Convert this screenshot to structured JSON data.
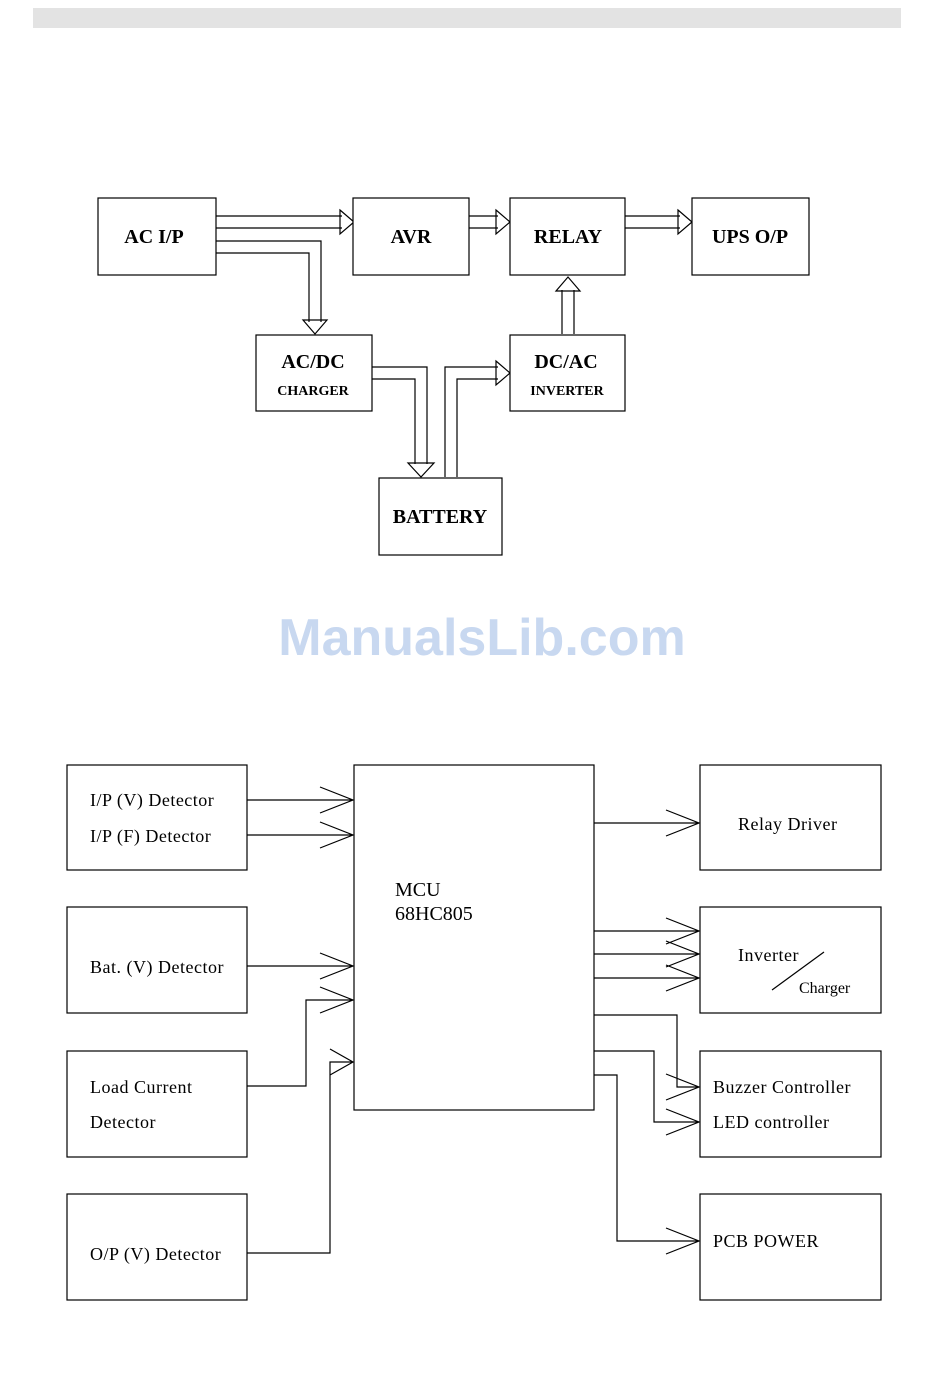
{
  "watermark": "ManualsLib.com",
  "diagram1": {
    "ac_ip": "AC I/P",
    "avr": "AVR",
    "relay": "RELAY",
    "ups_op": "UPS O/P",
    "charger_title": "AC/DC",
    "charger_sub": "CHARGER",
    "inverter_title": "DC/AC",
    "inverter_sub": "INVERTER",
    "battery": "BATTERY"
  },
  "diagram2": {
    "ip_v_detector": "I/P (V) Detector",
    "ip_f_detector": "I/P (F) Detector",
    "bat_v_detector": "Bat. (V) Detector",
    "load_current_1": "Load Current",
    "load_current_2": "Detector",
    "op_v_detector": "O/P (V) Detector",
    "mcu_1": "MCU",
    "mcu_2": "68HC805",
    "relay_driver": "Relay Driver",
    "inverter": "Inverter",
    "charger": "Charger",
    "buzzer_controller": "Buzzer Controller",
    "led_controller": "LED controller",
    "pcb_power": "PCB POWER"
  }
}
